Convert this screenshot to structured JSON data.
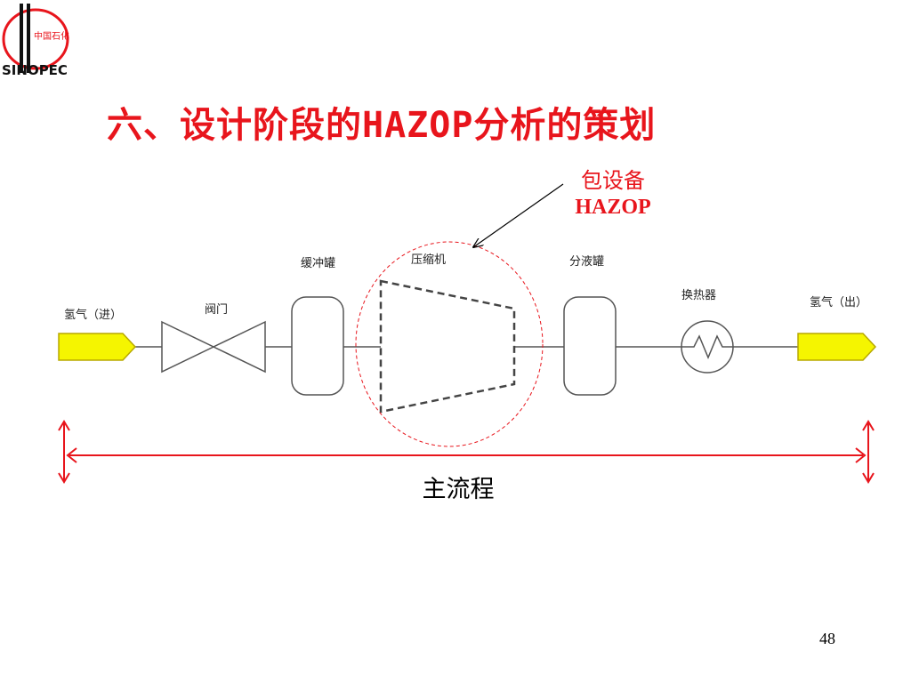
{
  "slide": {
    "title": "六、设计阶段的HAZOP分析的策划",
    "page_number": "48",
    "logo": {
      "name": "sinopec-logo",
      "text": "中国石化",
      "brand_text": "SINOPEC"
    }
  },
  "diagram": {
    "hydrogen_in_label": "氢气（进）",
    "valve_label": "阀门",
    "buffer_tank_label": "缓冲罐",
    "compressor_label": "压缩机",
    "separator_tank_label": "分液罐",
    "heat_exchanger_label": "换热器",
    "hydrogen_out_label": "氢气（出）",
    "package_label_line1": "包设备",
    "package_label_line2": "HAZOP",
    "main_flow_label": "主流程"
  },
  "colors": {
    "title_red": "#e8151c",
    "arrow_yellow": "#f5f500",
    "arrow_outline": "#b8a800",
    "equipment_outline": "#555555",
    "highlight_red": "#e8151c"
  }
}
